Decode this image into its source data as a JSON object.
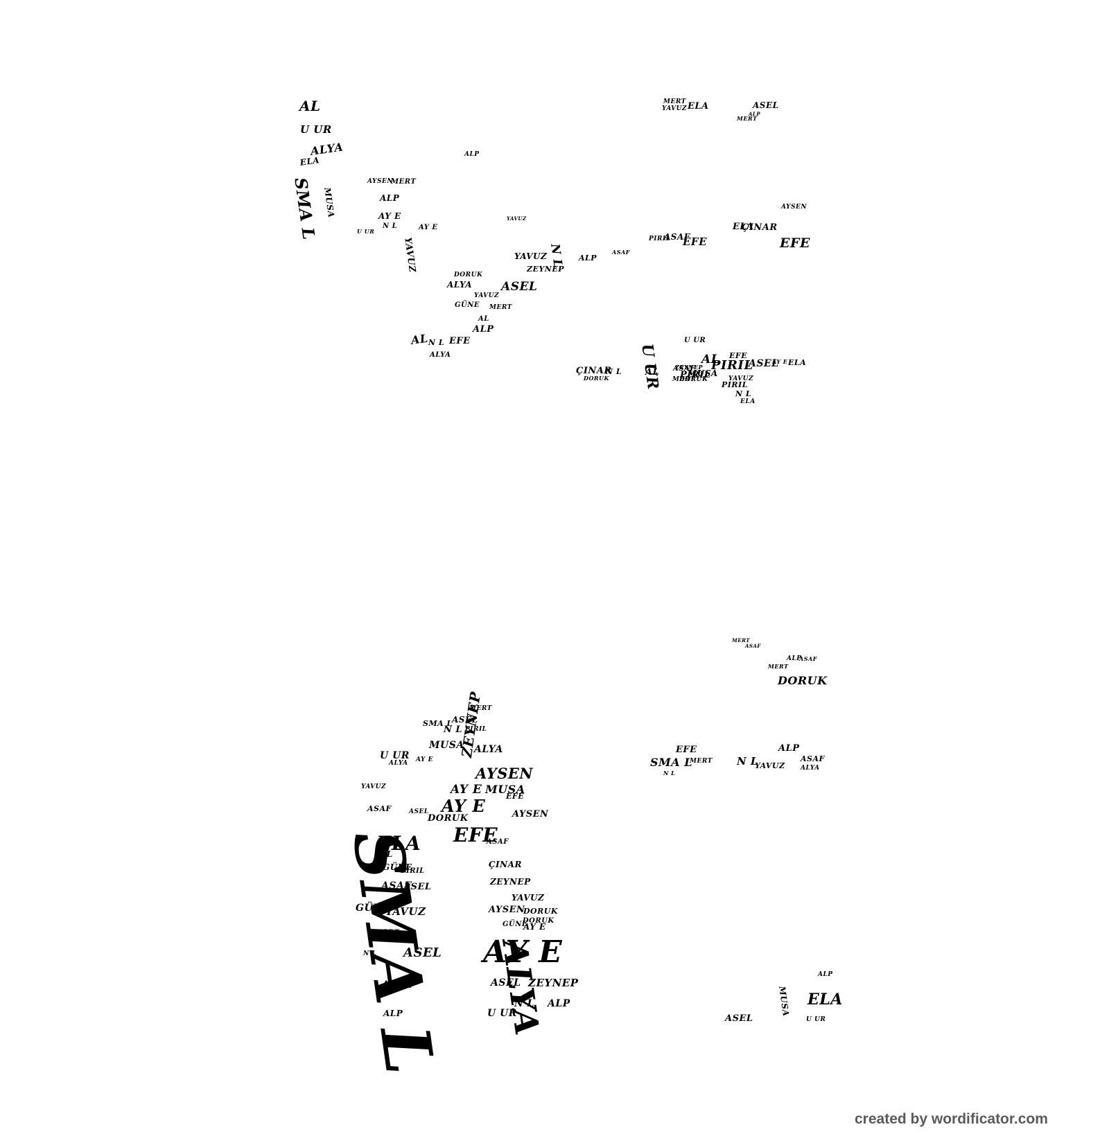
{
  "credit": "created by wordificator.com",
  "words": [
    "AL",
    "U UR",
    "ALYA",
    "ELA",
    "SMA L",
    "MUSA",
    "AYSEN",
    "MERT",
    "ALP",
    "AY E",
    "N L",
    "U UR",
    "AY E",
    "YAVUZ",
    "ALP",
    "YAVUZ",
    "MERT",
    "YAVUZ",
    "ELA",
    "ASEL",
    "MERT",
    "ALP",
    "ASAF",
    "PIRIL",
    "EFE",
    "ELA",
    "ÇINAR",
    "AYSEN",
    "EFE",
    "YAVUZ",
    "ZEYNEP",
    "N L",
    "ALP",
    "ASAF",
    "DORUK",
    "ALYA",
    "ASEL",
    "YAVUZ",
    "GÜNE",
    "MERT",
    "AL",
    "ALP",
    "AL",
    "N L",
    "EFE",
    "ALYA",
    "PIRIL",
    "ASAF",
    "U UR",
    "U UR",
    "AL",
    "PIRIL",
    "ASEL",
    "AY E",
    "ELA",
    "ÇINAR",
    "N L",
    "DORUK",
    "AL",
    "ZEYNEP",
    "MUSA",
    "MERT",
    "DORUK",
    "PIRIL",
    "YAVUZ",
    "N L",
    "ELA",
    "EFE",
    "MERT",
    "ASAF",
    "ALP",
    "ASAF",
    "MERT",
    "DORUK",
    "EFE",
    "SMA L",
    "MERT",
    "N L",
    "ALP",
    "YAVUZ",
    "ASAF",
    "ALYA",
    "N L",
    "MERT",
    "ASEL",
    "SMA L",
    "N L",
    "PIRIL",
    "MUSA",
    "ALYA",
    "ZEYNEP",
    "U UR",
    "ALYA",
    "AYSEN",
    "YAVUZ",
    "AY E",
    "AY E",
    "MUSA",
    "ASAF",
    "AY E",
    "EFE",
    "AYSEN",
    "ASEL",
    "DORUK",
    "EFE",
    "ELA",
    "ASAF",
    "AL",
    "GÜNE",
    "PIRIL",
    "SMA L",
    "ÇINAR",
    "ZEYNEP",
    "ASAF",
    "ASEL",
    "YAVUZ",
    "GÜNE",
    "YAVUZ",
    "AYSEN",
    "DORUK",
    "DORUK",
    "GÜNE",
    "AY E",
    "MERT",
    "ASEL",
    "N L",
    "AY E",
    "ALYA",
    "ASEL",
    "ASEL",
    "ZEYNEP",
    "N L",
    "ALP",
    "ALP",
    "U UR",
    "MUSA",
    "ELA",
    "ALP",
    "ASEL",
    "U UR"
  ]
}
